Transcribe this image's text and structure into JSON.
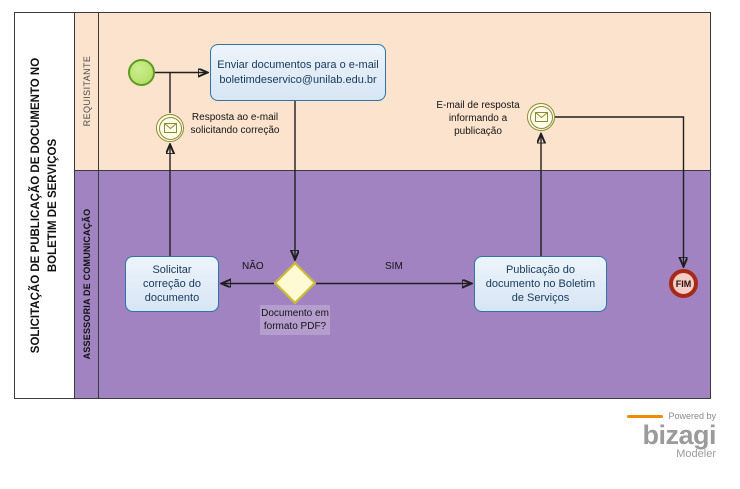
{
  "colors": {
    "lane_requisitante_bg": "#FBE3CD",
    "lane_assessoria_bg": "#A083C0",
    "task_fill": "#DCE9F6",
    "task_border": "#2E74A8",
    "gateway_fill": "#FEFAD4",
    "gateway_border": "#CDBA2A",
    "start_event_fill": "#B7E26B",
    "start_event_border": "#5E9B1F",
    "message_event_border": "#8A8A2E",
    "end_event_fill": "#F5CDC4",
    "end_event_border": "#A62A17",
    "brand_orange": "#F08A00"
  },
  "pool": {
    "title": "SOLICITAÇÃO DE PUBLICAÇÃO DE DOCUMENTO NO BOLETIM DE SERVIÇOS",
    "lanes": [
      {
        "label": "REQUISITANTE"
      },
      {
        "label": "ASSESSORIA DE COMUNICAÇÃO"
      }
    ]
  },
  "nodes": {
    "task_send_documents": {
      "label": "Enviar documentos para o e-mail boletimdeservico@unilab.edu.br"
    },
    "event_reply_correction": {
      "label": "Resposta ao e-mail solicitando correção"
    },
    "event_reply_publication": {
      "label": "E-mail de resposta informando a publicação"
    },
    "task_request_correction": {
      "label": "Solicitar correção do documento"
    },
    "gateway_pdf": {
      "label": "Documento em formato PDF?"
    },
    "task_publish": {
      "label": "Publicação do documento no Boletim de Serviços"
    },
    "end_event": {
      "label": "FIM"
    }
  },
  "flow_labels": {
    "no": "NÃO",
    "yes": "SIM"
  },
  "branding": {
    "powered_by": "Powered by",
    "brand": "bizagi",
    "product": "Modeler"
  }
}
